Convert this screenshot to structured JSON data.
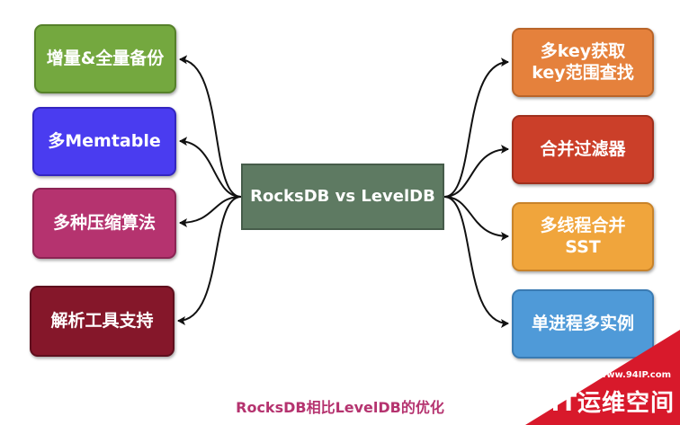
{
  "center": {
    "label": "RocksDB vs LevelDB"
  },
  "left_nodes": [
    {
      "label": "增量&全量备份",
      "color": "#74a83f"
    },
    {
      "label": "多Memtable",
      "color": "#4a3cf0"
    },
    {
      "label": "多种压缩算法",
      "color": "#b5336f"
    },
    {
      "label": "解析工具支持",
      "color": "#85172a"
    }
  ],
  "right_nodes": [
    {
      "lines": [
        "多key获取",
        "key范围查找"
      ],
      "color": "#e5813c"
    },
    {
      "lines": [
        "合并过滤器"
      ],
      "color": "#cb3f29"
    },
    {
      "lines": [
        "多线程合并",
        "SST"
      ],
      "color": "#f0a53c"
    },
    {
      "lines": [
        "单进程多实例"
      ],
      "color": "#4f9ad8"
    }
  ],
  "caption": "RocksDB相比LevelDB的优化",
  "watermark": {
    "url": "www.94IP.com",
    "name": "IT运维空间"
  }
}
